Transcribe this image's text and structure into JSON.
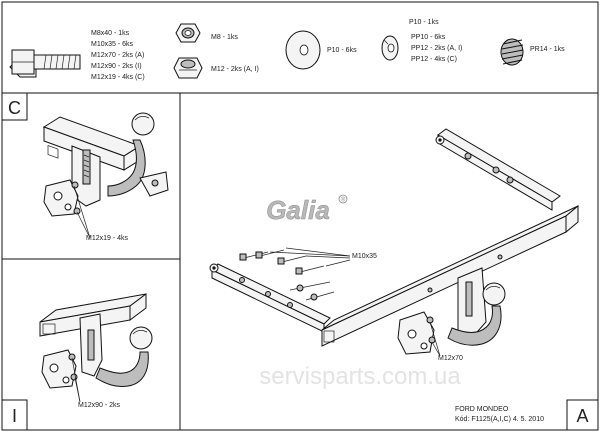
{
  "parts": {
    "bolt_label": "M8x40 - 1ks",
    "bolt_lines": [
      "M10x35 - 6ks",
      "M12x70 - 2ks (A)",
      "M12x90 - 2ks (I)",
      "M12x19 - 4ks (C)"
    ],
    "nut_m8": "M8 - 1ks",
    "nut_m12": "M12 - 2ks (A, I)",
    "washer_p10": "P10 - 6ks",
    "washer_pp_title": "P10 - 1ks",
    "washer_pp_lines": [
      "PP10 - 6ks",
      "PP12 - 2ks (A, I)",
      "PP12 - 4ks (C)"
    ],
    "spring_pr14": "PR14 - 1ks"
  },
  "views": {
    "c_letter": "C",
    "c_bolt": "M12x19 - 4ks",
    "i_letter": "I",
    "i_bolt": "M12x90 - 2ks",
    "a_letter": "A",
    "a_bolt_top": "M10x35",
    "a_bolt_ball": "M12x70"
  },
  "brand": {
    "logo": "Galia",
    "reg": "®"
  },
  "watermark": "servisparts.com.ua",
  "footer": {
    "model": "FORD MONDEO",
    "code": "Kód: F1125(A,I,C)  4. 5. 2010"
  }
}
